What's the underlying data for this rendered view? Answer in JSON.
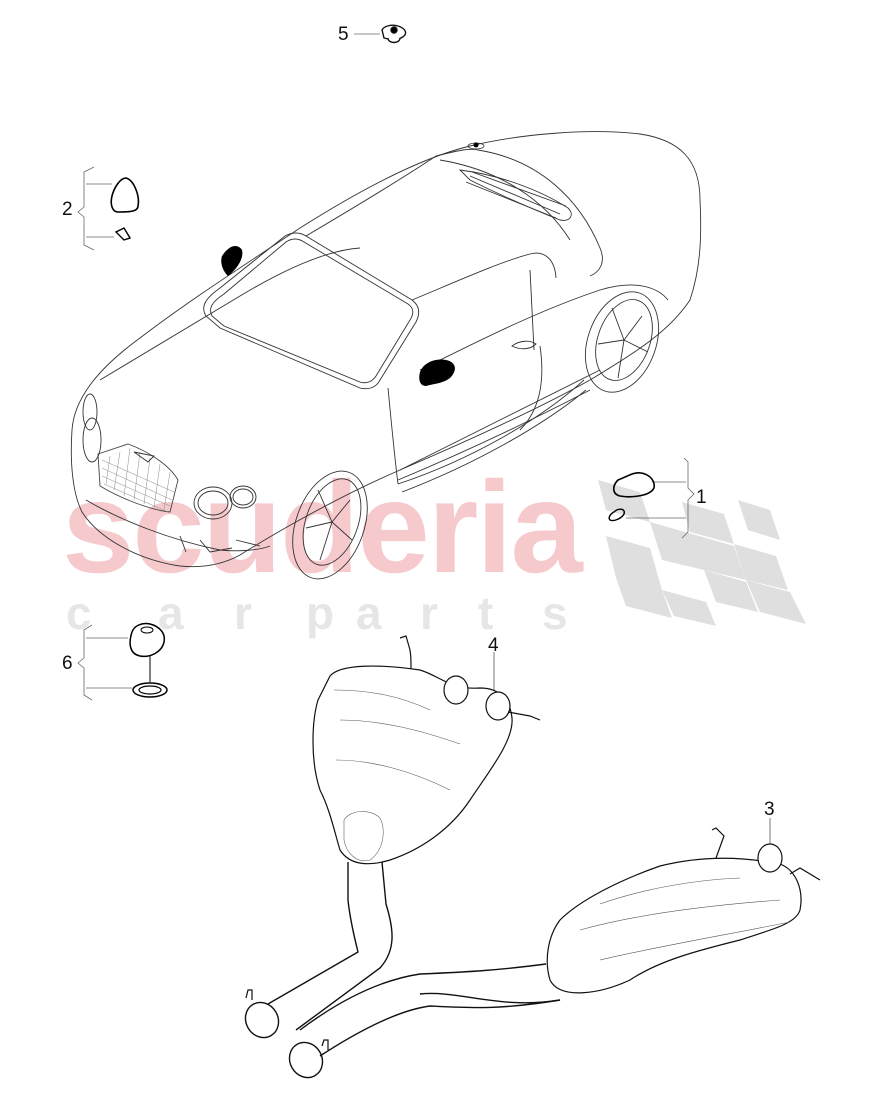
{
  "diagram": {
    "type": "parts-exploded-view",
    "subject": "convertible car with exterior mirrors and rear exhaust silencers",
    "watermark": {
      "brand": "scuderia",
      "tagline_letters": [
        "c",
        "a",
        "r",
        "p",
        "a",
        "r",
        "t",
        "s"
      ],
      "brand_color": "#f6c9cd",
      "tagline_color": "#e6e6e8",
      "checker_color": "#d9d9d9"
    },
    "callouts": [
      {
        "id": "1",
        "label": "1",
        "part": "exterior mirror housing set (right)",
        "items": 2
      },
      {
        "id": "2",
        "label": "2",
        "part": "exterior mirror housing set (left)",
        "items": 2
      },
      {
        "id": "3",
        "label": "3",
        "part": "rear silencer (right)"
      },
      {
        "id": "4",
        "label": "4",
        "part": "rear silencer (left)"
      },
      {
        "id": "5",
        "label": "5",
        "part": "cap / fastener on rear deck"
      },
      {
        "id": "6",
        "label": "6",
        "part": "cap with sealing ring",
        "items": 2
      }
    ],
    "line_color": "#1a1a1a"
  }
}
